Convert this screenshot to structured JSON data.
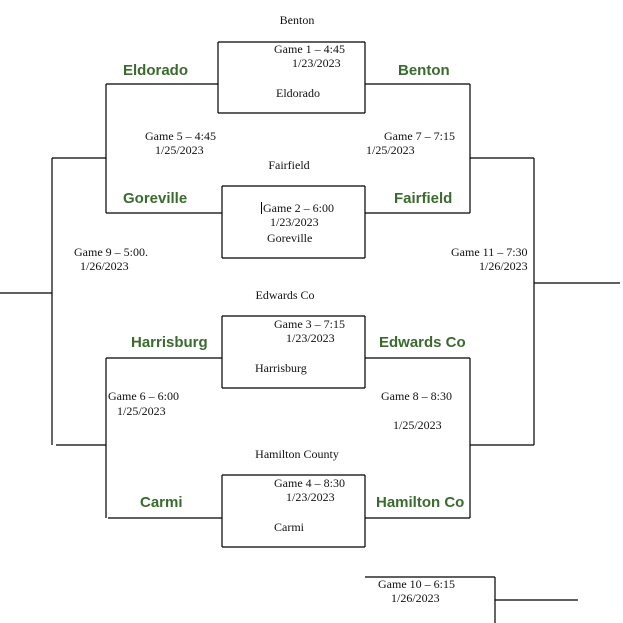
{
  "colors": {
    "team_text": "#3a6b2e",
    "line": "#000000"
  },
  "teams": {
    "eldorado": "Eldorado",
    "benton": "Benton",
    "goreville": "Goreville",
    "fairfield": "Fairfield",
    "harrisburg": "Harrisburg",
    "edwards_co": "Edwards Co",
    "carmi": "Carmi",
    "hamilton_co": "Hamilton Co"
  },
  "games": {
    "g1": {
      "top_team": "Benton",
      "time": "Game 1 – 4:45",
      "date": "1/23/2023",
      "bottom_team": "Eldorado"
    },
    "g2": {
      "top_team": "Fairfield",
      "time": "Game 2 – 6:00",
      "date": "1/23/2023",
      "bottom_team": "Goreville"
    },
    "g3": {
      "top_team": "Edwards Co",
      "time": "Game 3 – 7:15",
      "date": "1/23/2023",
      "bottom_team": "Harrisburg"
    },
    "g4": {
      "top_team": "Hamilton County",
      "time": "Game 4 – 8:30",
      "date": "1/23/2023",
      "bottom_team": "Carmi"
    },
    "g5": {
      "time": "Game  5 – 4:45",
      "date": "1/25/2023"
    },
    "g6": {
      "time": "Game 6 – 6:00",
      "date": "1/25/2023"
    },
    "g7": {
      "time": "Game 7 – 7:15",
      "date": "1/25/2023"
    },
    "g8": {
      "time": "Game 8 – 8:30",
      "date": "1/25/2023"
    },
    "g9": {
      "time": "Game 9 – 5:00.",
      "date": "1/26/2023"
    },
    "g10": {
      "time": "Game 10 – 6:15",
      "date": "1/26/2023"
    },
    "g11": {
      "time": "Game 11 – 7:30",
      "date": "1/26/2023"
    }
  }
}
